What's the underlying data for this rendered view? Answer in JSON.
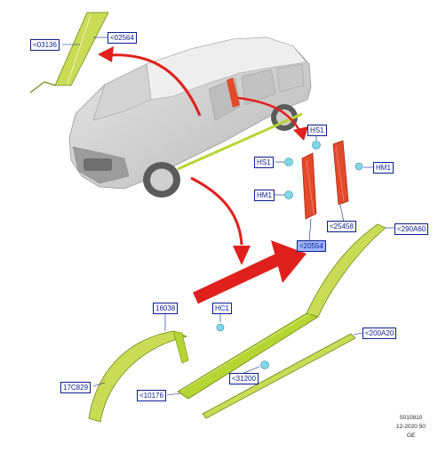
{
  "labels": {
    "p03136": "<03136",
    "p02564": "<02564",
    "hs1_top": "HS1",
    "hs1_left": "HS1",
    "hm1_right": "HM1",
    "hm1_left": "HM1",
    "p25458": "<25458",
    "p20554": "<20554",
    "p290A60": "<290A60",
    "p16038": "16038",
    "hc1": "HC1",
    "p200A20": "<200A20",
    "p17C829": "17C829",
    "p31200": "<31200",
    "p10176": "<10176"
  },
  "footer": {
    "code": "5010810",
    "date": "12-2020 50",
    "region": "GE"
  },
  "colors": {
    "trim_green": "#b7d532",
    "trim_dark": "#6e8a12",
    "arrow_red": "#e0201c",
    "badge_fill": "#7fd8e6",
    "applique_red": "#e24a2b",
    "label_blue": "#0a1f8f"
  }
}
